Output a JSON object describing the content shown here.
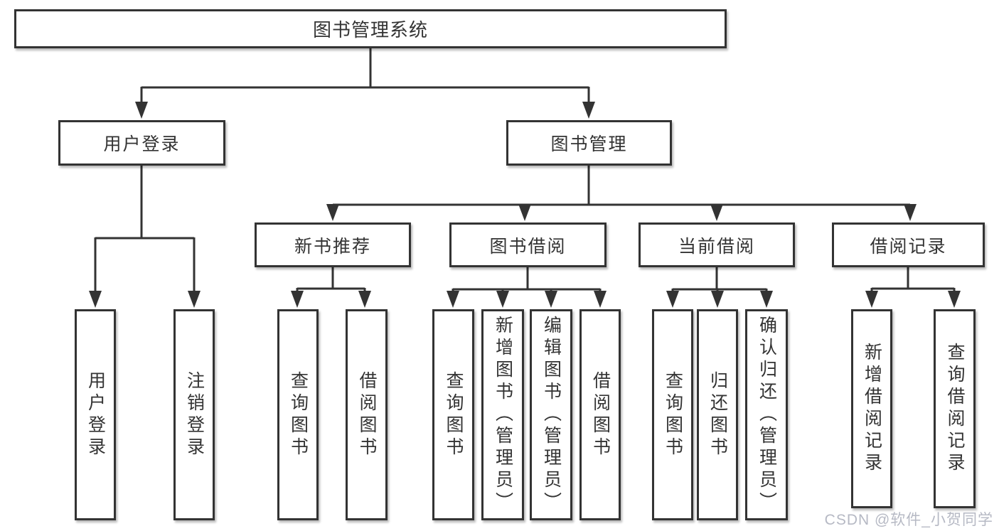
{
  "diagram": {
    "title": "图书管理系统",
    "level2": {
      "user_login": "用户登录",
      "book_management": "图书管理"
    },
    "level3": {
      "new_book_recommend": "新书推荐",
      "book_borrowing": "图书借阅",
      "current_borrowing": "当前借阅",
      "borrowing_records": "借阅记录"
    },
    "leaves": {
      "user_login_login": "用户登录",
      "user_login_logout": "注销登录",
      "recommend_query_book": "查询图书",
      "recommend_borrow_book": "借阅图书",
      "borrowing_query_book": "查询图书",
      "borrowing_add_book": "新增图书（管理员）",
      "borrowing_edit_book": "编辑图书（管理员）",
      "borrowing_borrow_book": "借阅图书",
      "current_query_book": "查询图书",
      "current_return_book": "归还图书",
      "current_confirm_return": "确认归还（管理员）",
      "records_add_record": "新增借阅记录",
      "records_query_record": "查询借阅记录"
    }
  },
  "watermark": "CSDN @软件_小贺同学",
  "colors": {
    "line": "#333333",
    "text": "#333333",
    "box_background": "#ffffff",
    "watermark": "#b6b9c4"
  }
}
